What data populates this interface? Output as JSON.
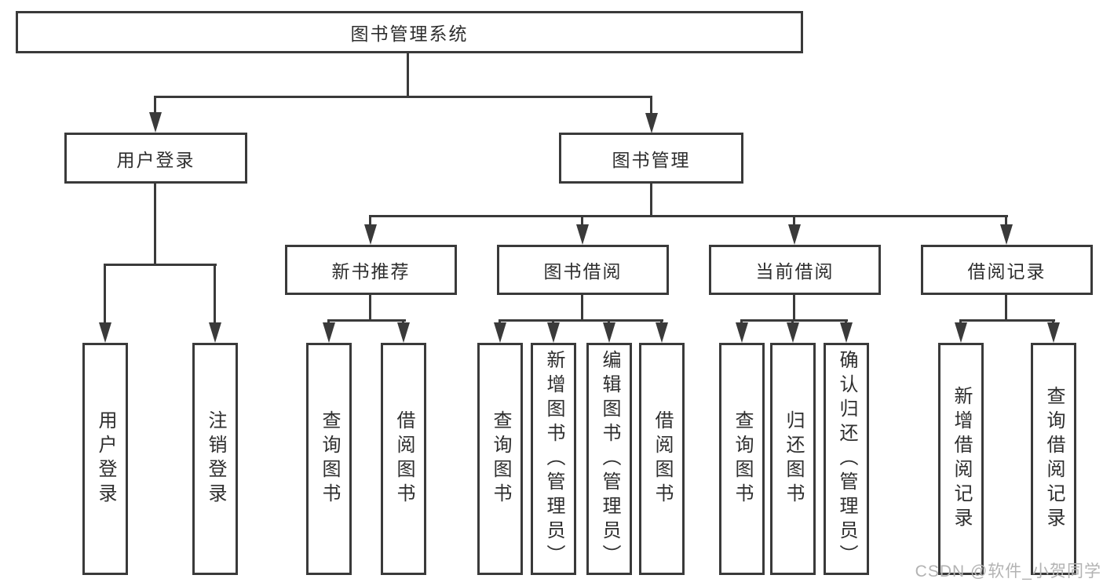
{
  "colors": {
    "line": "#3a3a3a",
    "text": "#2e2e2e",
    "watermark": "#b3b3b3",
    "background": "#ffffff"
  },
  "tree": {
    "root": "图书管理系统",
    "children": [
      {
        "label": "用户登录",
        "children": [
          "用户登录",
          "注销登录"
        ]
      },
      {
        "label": "图书管理",
        "children": [
          {
            "label": "新书推荐",
            "children": [
              "查询图书",
              "借阅图书"
            ]
          },
          {
            "label": "图书借阅",
            "children": [
              "查询图书",
              "新增图书（管理员）",
              "编辑图书（管理员）",
              "借阅图书"
            ]
          },
          {
            "label": "当前借阅",
            "children": [
              "查询图书",
              "归还图书",
              "确认归还（管理员）"
            ]
          },
          {
            "label": "借阅记录",
            "children": [
              "新增借阅记录",
              "查询借阅记录"
            ]
          }
        ]
      }
    ]
  },
  "watermark": "CSDN @软件_小贺同学"
}
